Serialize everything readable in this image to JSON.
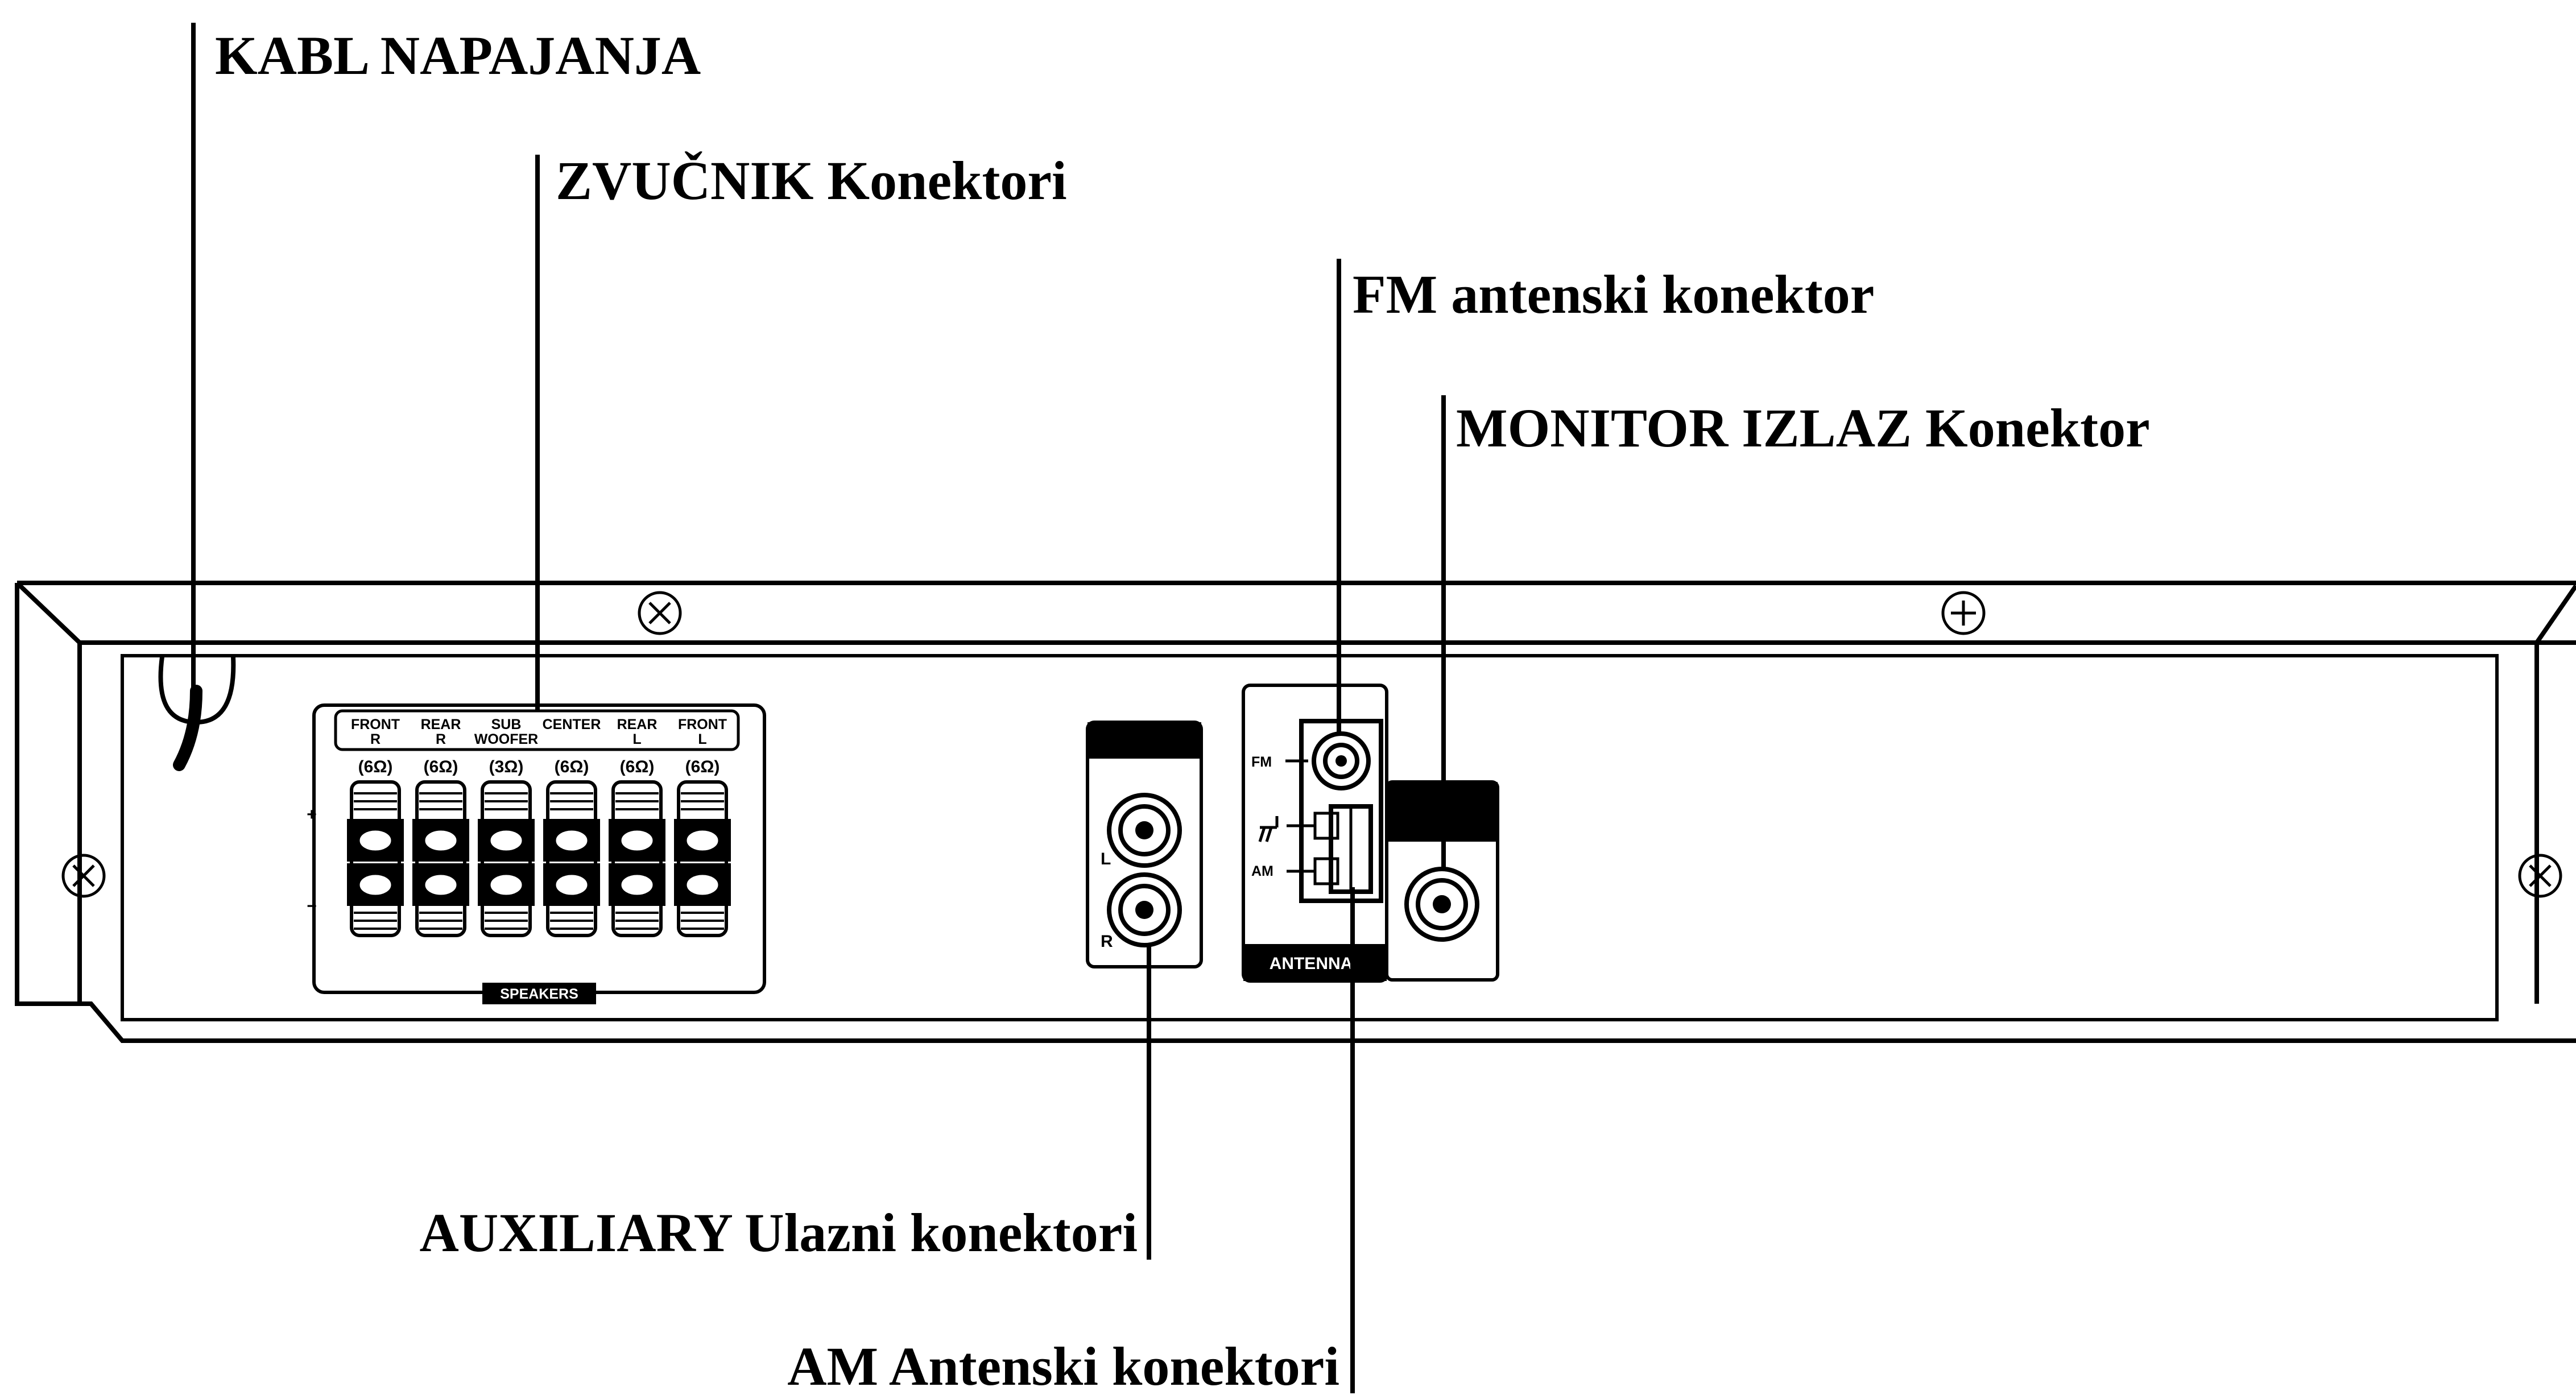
{
  "callouts": {
    "power_cord": "KABL NAPAJANJA",
    "speaker_connectors": "ZVUČNIK Konektori",
    "fm_antenna": "FM antenski konektor",
    "monitor_out": "MONITOR IZLAZ Konektor",
    "aux_inputs": "AUXILIARY Ulazni konektori",
    "am_antenna": "AM Antenski konektori"
  },
  "speakers": {
    "panel_label": "SPEAKERS",
    "channels": [
      {
        "top": "FRONT",
        "sub": "R",
        "ohm": "(6Ω)"
      },
      {
        "top": "REAR",
        "sub": "R",
        "ohm": "(6Ω)"
      },
      {
        "top": "SUB",
        "sub": "WOOFER",
        "ohm": "(3Ω)"
      },
      {
        "top": "CENTER",
        "sub": "",
        "ohm": "(6Ω)"
      },
      {
        "top": "REAR",
        "sub": "L",
        "ohm": "(6Ω)"
      },
      {
        "top": "FRONT",
        "sub": "L",
        "ohm": "(6Ω)"
      }
    ],
    "plus": "+",
    "minus": "−"
  },
  "aux": {
    "jack_left": "L",
    "jack_right": "R"
  },
  "antenna": {
    "fm": "FM",
    "am": "AM",
    "panel_label": "ANTENNA"
  },
  "icons": [
    "screw-icon",
    "ground-icon",
    "rca-jack-icon",
    "speaker-terminal-icon",
    "power-cord-icon"
  ]
}
